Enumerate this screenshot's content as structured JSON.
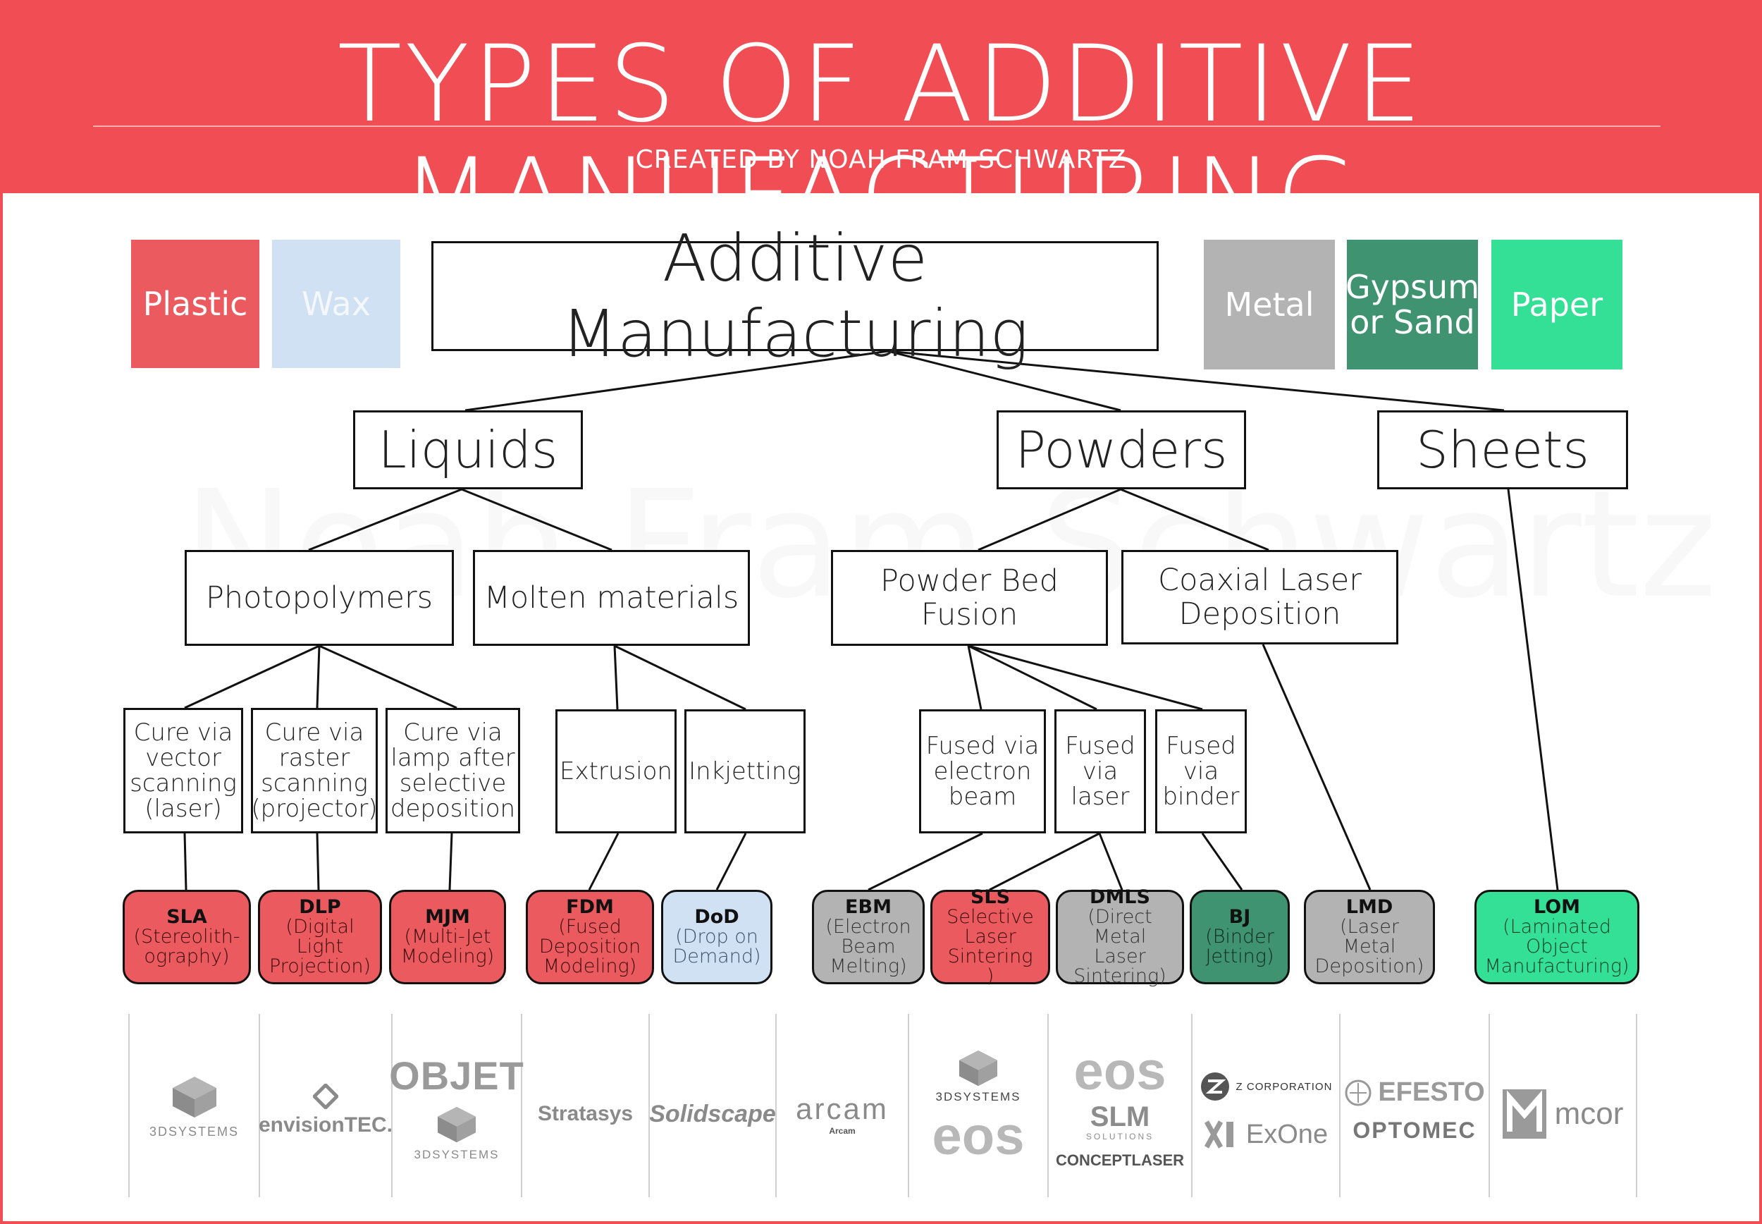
{
  "header": {
    "title": "TYPES OF ADDITIVE MANUFACTURING",
    "subtitle": "CREATED BY NOAH FRAM-SCHWARTZ",
    "watermark": "Noah Fram-Schwartz"
  },
  "legend": {
    "plastic": "Plastic",
    "wax": "Wax",
    "metal": "Metal",
    "gypsum": "Gypsum or Sand",
    "paper": "Paper"
  },
  "colors": {
    "header_red": "#f04e54",
    "plastic": "#ea5a5e",
    "wax": "#cfe1f3",
    "metal": "#b3b3b3",
    "gypsum": "#3f9371",
    "paper": "#34e096"
  },
  "tree": {
    "root": "Additive Manufacturing",
    "liquids": "Liquids",
    "powders": "Powders",
    "sheets": "Sheets",
    "photopolymers": "Photopolymers",
    "molten": "Molten materials",
    "powder_bed": "Powder Bed Fusion",
    "coaxial": "Coaxial Laser Deposition",
    "cure_vector": "Cure via vector scanning (laser)",
    "cure_raster": "Cure via raster scanning (projector)",
    "cure_lamp": "Cure via lamp after selective deposition",
    "extrusion": "Extrusion",
    "inkjetting": "Inkjetting",
    "fused_ebeam": "Fused via electron beam",
    "fused_laser": "Fused via laser",
    "fused_binder": "Fused via binder"
  },
  "processes": [
    {
      "abbr": "SLA",
      "desc": "(Stereolith-ography)",
      "material": "plastic"
    },
    {
      "abbr": "DLP",
      "desc": "(Digital Light Projection)",
      "material": "plastic"
    },
    {
      "abbr": "MJM",
      "desc": "(Multi-Jet Modeling)",
      "material": "plastic"
    },
    {
      "abbr": "FDM",
      "desc": "(Fused Deposition Modeling)",
      "material": "plastic"
    },
    {
      "abbr": "DoD",
      "desc": "(Drop on Demand)",
      "material": "wax"
    },
    {
      "abbr": "EBM",
      "desc": "(Electron Beam Melting)",
      "material": "metal"
    },
    {
      "abbr": "SLS",
      "desc": "Selective Laser Sintering )",
      "material": "plastic"
    },
    {
      "abbr": "DMLS",
      "desc": "(Direct Metal Laser Sintering)",
      "material": "metal"
    },
    {
      "abbr": "BJ",
      "desc": "(Binder Jetting)",
      "material": "gypsum"
    },
    {
      "abbr": "LMD",
      "desc": "(Laser Metal Deposition)",
      "material": "metal"
    },
    {
      "abbr": "LOM",
      "desc": "(Laminated Object Manufacturing)",
      "material": "paper"
    }
  ],
  "logos": {
    "c1": [
      "3DSYSTEMS"
    ],
    "c2": [
      "envisionTEC."
    ],
    "c3": [
      "OBJET",
      "3DSYSTEMS"
    ],
    "c4": [
      "Stratasys"
    ],
    "c5": [
      "Solidscape"
    ],
    "c6": [
      "arcam",
      "Arcam"
    ],
    "c7": [
      "3DSYSTEMS",
      "eos"
    ],
    "c8": [
      "eos",
      "SLM",
      "SOLUTIONS",
      "CONCEPTLASER"
    ],
    "c9": [
      "Z CORPORATION",
      "ExOne"
    ],
    "c10": [
      "EFESTO",
      "OPTOMEC"
    ],
    "c11": [
      "mcor"
    ]
  }
}
